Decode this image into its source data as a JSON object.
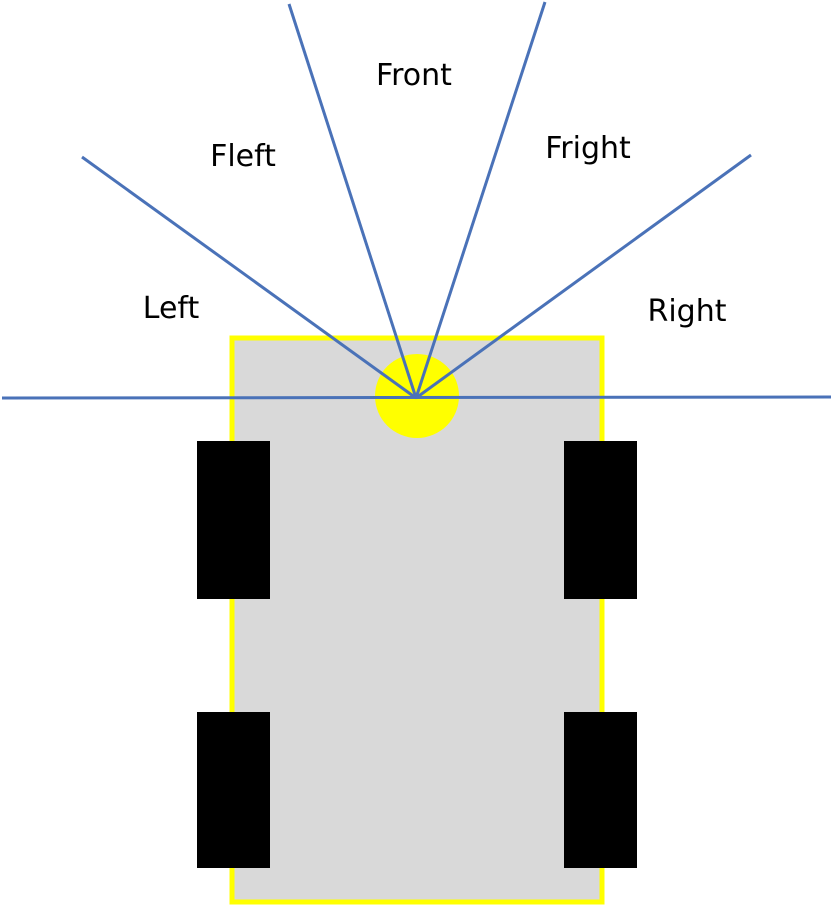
{
  "sector_labels": {
    "front": "Front",
    "fleft": "Fleft",
    "fright": "Fright",
    "left": "Left",
    "right": "Right"
  },
  "colors": {
    "sensor_lines": "#4a72b8",
    "robot_body": "#d9d9d9",
    "robot_outline": "#ffff00",
    "sensor": "#ffff00",
    "wheels": "#000000"
  }
}
